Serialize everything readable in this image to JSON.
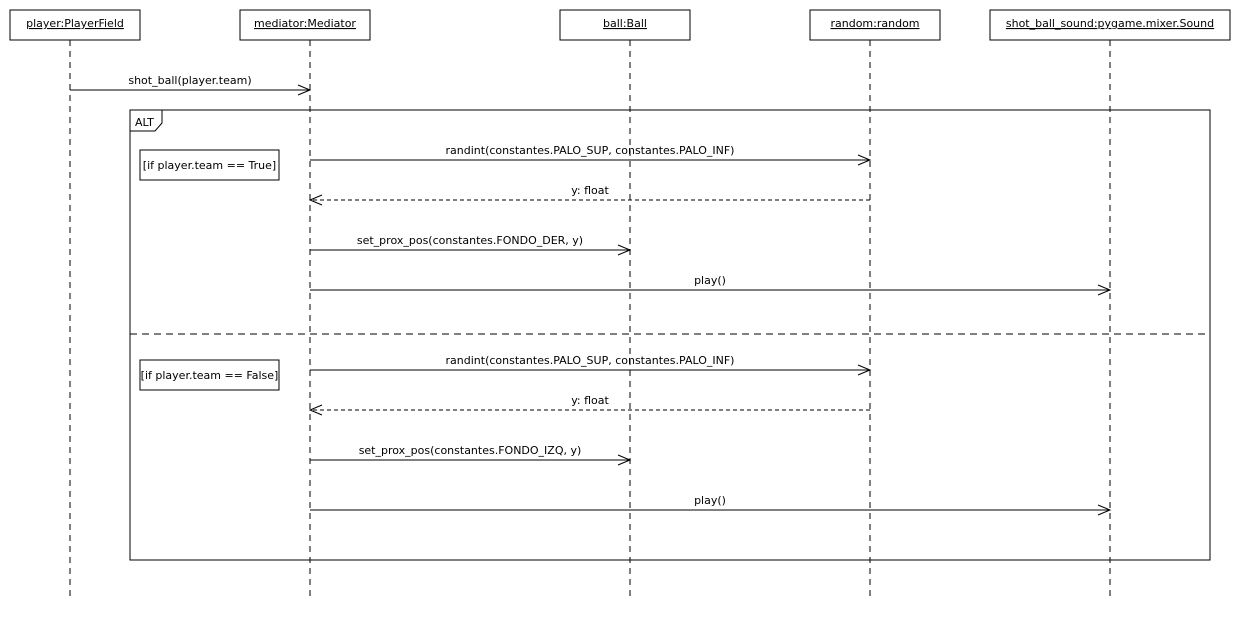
{
  "participants": [
    {
      "id": "player",
      "label": "player:PlayerField"
    },
    {
      "id": "mediator",
      "label": "mediator:Mediator"
    },
    {
      "id": "ball",
      "label": "ball:Ball"
    },
    {
      "id": "random",
      "label": "random:random"
    },
    {
      "id": "sound",
      "label": "shot_ball_sound:pygame.mixer.Sound"
    }
  ],
  "initial_message": {
    "from": "player",
    "to": "mediator",
    "label": "shot_ball(player.team)",
    "kind": "sync"
  },
  "fragment": {
    "operator": "ALT",
    "operands": [
      {
        "guard": "[if player.team == True]",
        "messages": [
          {
            "from": "mediator",
            "to": "random",
            "label": "randint(constantes.PALO_SUP, constantes.PALO_INF)",
            "kind": "sync"
          },
          {
            "from": "random",
            "to": "mediator",
            "label": "y: float",
            "kind": "reply"
          },
          {
            "from": "mediator",
            "to": "ball",
            "label": "set_prox_pos(constantes.FONDO_DER, y)",
            "kind": "sync"
          },
          {
            "from": "mediator",
            "to": "sound",
            "label": "play()",
            "kind": "sync"
          }
        ]
      },
      {
        "guard": "[if player.team == False]",
        "messages": [
          {
            "from": "mediator",
            "to": "random",
            "label": "randint(constantes.PALO_SUP, constantes.PALO_INF)",
            "kind": "sync"
          },
          {
            "from": "random",
            "to": "mediator",
            "label": "y: float",
            "kind": "reply"
          },
          {
            "from": "mediator",
            "to": "ball",
            "label": "set_prox_pos(constantes.FONDO_IZQ, y)",
            "kind": "sync"
          },
          {
            "from": "mediator",
            "to": "sound",
            "label": "play()",
            "kind": "sync"
          }
        ]
      }
    ]
  }
}
